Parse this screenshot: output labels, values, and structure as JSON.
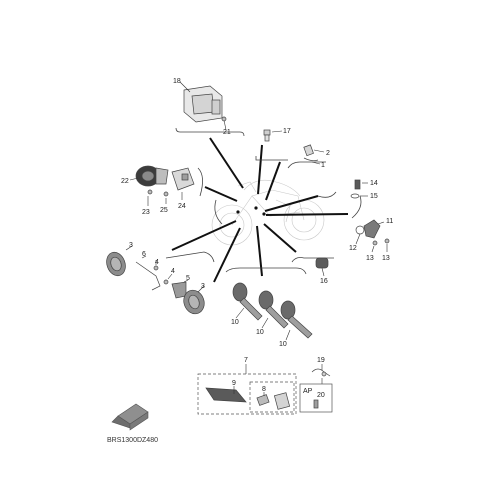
{
  "callouts": {
    "n1": "1",
    "n2": "2",
    "n3a": "3",
    "n3b": "3",
    "n4a": "4",
    "n4b": "4",
    "n5": "5",
    "n6": "6",
    "n7": "7",
    "n8": "8",
    "n9": "9",
    "n10a": "10",
    "n10b": "10",
    "n10c": "10",
    "n11": "11",
    "n12": "12",
    "n13a": "13",
    "n13b": "13",
    "n14": "14",
    "n15": "15",
    "n16": "16",
    "n17": "17",
    "n18": "18",
    "n19": "19",
    "n20": "20",
    "n21": "21",
    "n22": "22",
    "n23": "23",
    "n24": "24",
    "n25": "25"
  },
  "ap_label": "AP",
  "diagram_code": "BRS1300DZ480"
}
